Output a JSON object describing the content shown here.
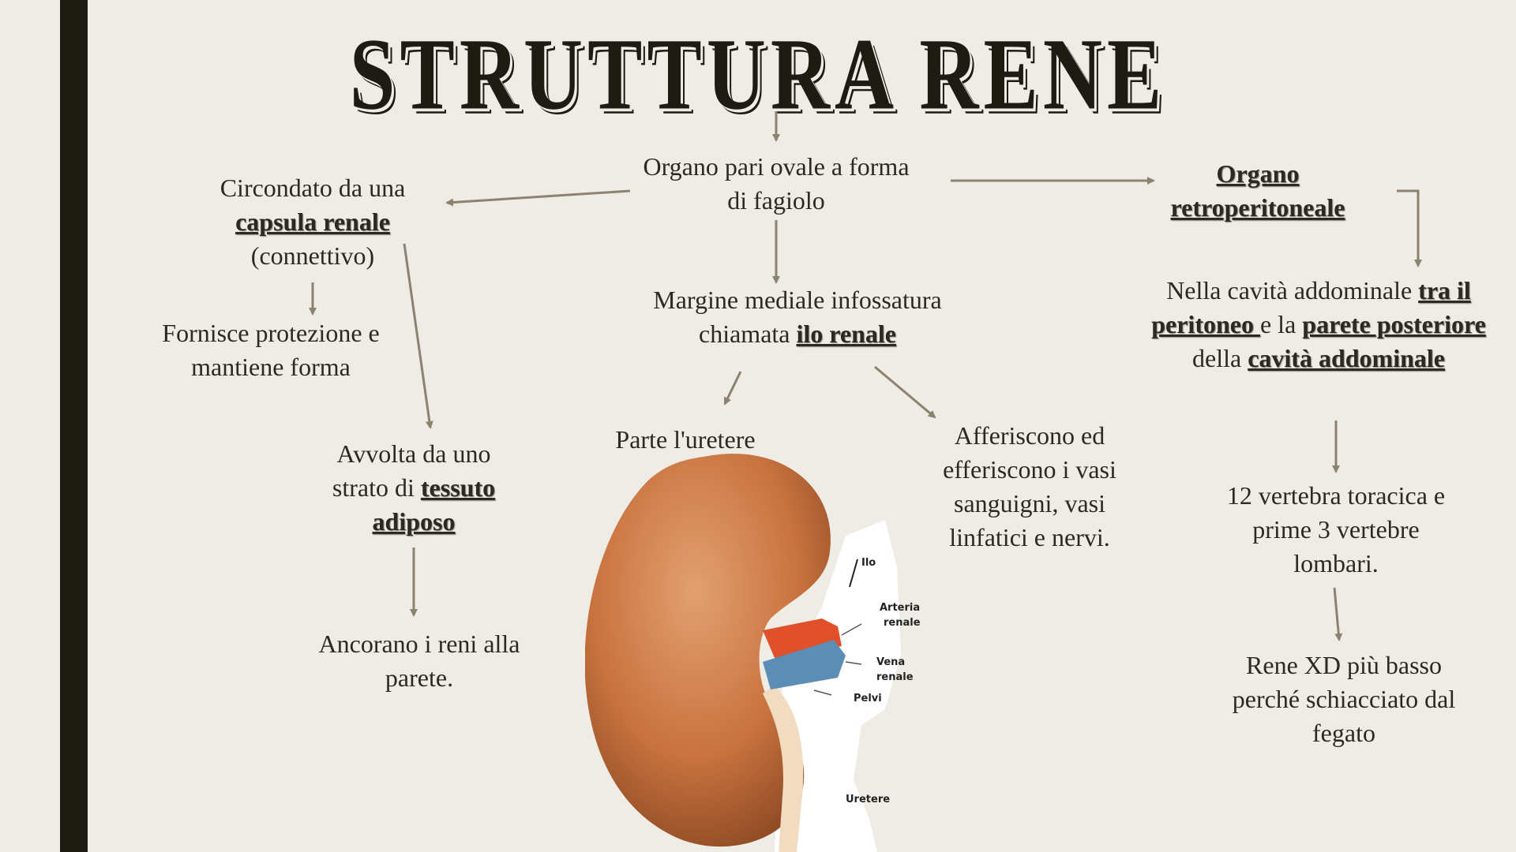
{
  "title": "STRUTTURA RENE",
  "center": {
    "l1": "Organo pari ovale a forma",
    "l2": "di fagiolo"
  },
  "capsula": {
    "l1": "Circondato da una",
    "l2": "capsula renale",
    "l3": "(connettivo)"
  },
  "protezione": {
    "l1": "Fornisce protezione e",
    "l2": "mantiene forma"
  },
  "adiposo": {
    "l1": "Avvolta da uno",
    "l2a": "strato di ",
    "l2b": "tessuto",
    "l3": "adiposo"
  },
  "ancorano": {
    "l1": "Ancorano i reni alla",
    "l2": "parete."
  },
  "ilo": {
    "l1": "Margine mediale infossatura",
    "l2a": "chiamata ",
    "l2b": "ilo renale"
  },
  "uretere": {
    "l1": "Parte l'uretere"
  },
  "vasi": {
    "l1": "Afferiscono ed",
    "l2": "efferiscono i vasi",
    "l3": "sanguigni, vasi",
    "l4": "linfatici e nervi."
  },
  "retro": {
    "l1": "Organo",
    "l2": "retroperitoneale"
  },
  "cavita": {
    "l1a": "Nella cavità addominale ",
    "l1b": "tra il",
    "l2a": "peritoneo ",
    "l2b": "e la ",
    "l2c": "parete posteriore",
    "l3a": "della ",
    "l3b": "cavità addominale"
  },
  "vertebre": {
    "l1": "12 vertebra toracica e",
    "l2": "prime 3 vertebre",
    "l3": "lombari."
  },
  "renexd": {
    "l1": "Rene XD più basso",
    "l2": "perché schiacciato dal",
    "l3": "fegato"
  },
  "diagram_labels": {
    "ilo": "Ilo",
    "arteria1": "Arteria",
    "arteria2": "renale",
    "vena1": "Vena",
    "vena2": "renale",
    "pelvi": "Pelvi",
    "uretere": "Uretere"
  },
  "colors": {
    "arrow": "#8b8270",
    "background": "#efece5",
    "bar": "#1c1c12"
  }
}
